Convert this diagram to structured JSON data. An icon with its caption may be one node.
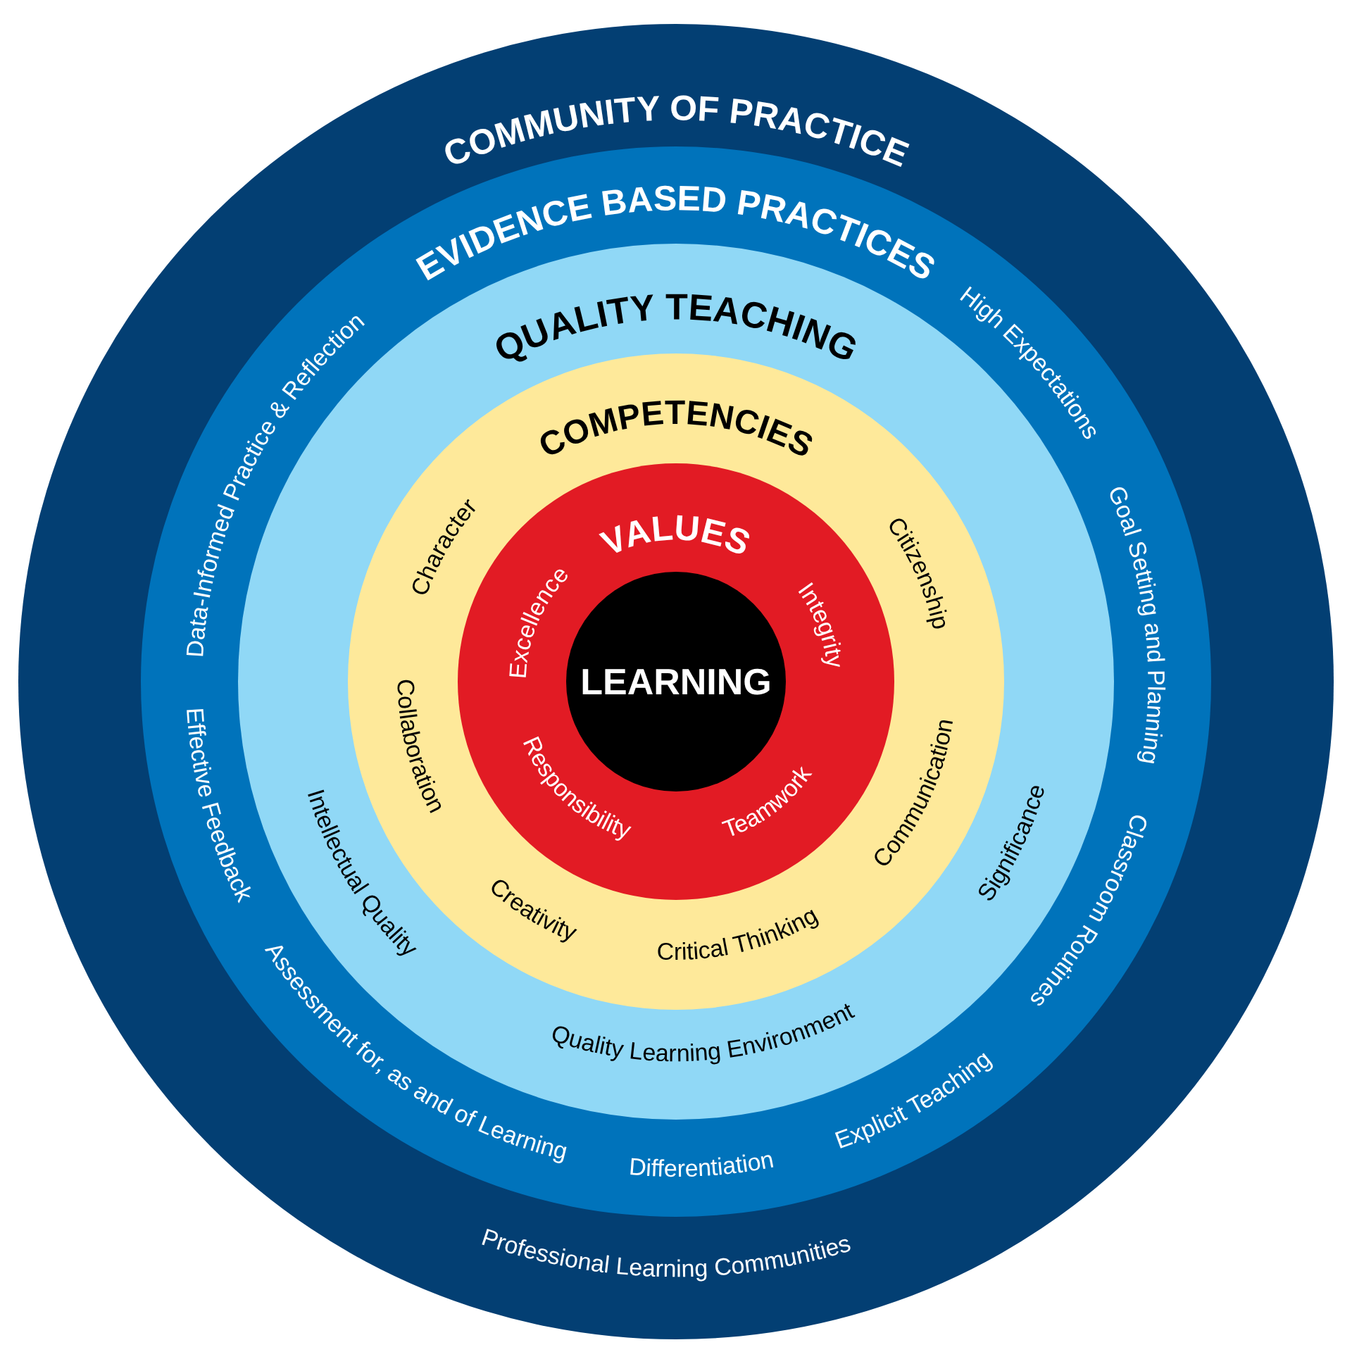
{
  "diagram": {
    "nodes": [
      {
        "text": [
          "COMMUNITY OF PRACTICE",
          "Professional Learning Communities"
        ]
      },
      {
        "text": [
          "EVIDENCE BASED PRACTICES",
          "Data-Informed Practice & Reflection",
          "High Expectations",
          "Effective Feedback",
          "Goal Setting and Planning",
          "Assessment for, as and of Learning",
          "Classroom Routines",
          "Differentiation",
          "Explicit Teaching"
        ],
        "in": 0
      },
      {
        "text": [
          "QUALITY TEACHING",
          "Intellectual Quality",
          "Significance",
          "Quality Learning Environment"
        ],
        "in": 1
      },
      {
        "text": [
          "COMPETENCIES",
          "Character",
          "Citizenship",
          "Collaboration",
          "Communication",
          "Creativity",
          "Critical Thinking"
        ],
        "in": 2
      },
      {
        "text": [
          "VALUES",
          "Excellence",
          "Integrity",
          "Responsibility",
          "Teamwork"
        ],
        "in": 3
      },
      {
        "text": [
          "LEARNING"
        ],
        "in": 4
      }
    ]
  }
}
